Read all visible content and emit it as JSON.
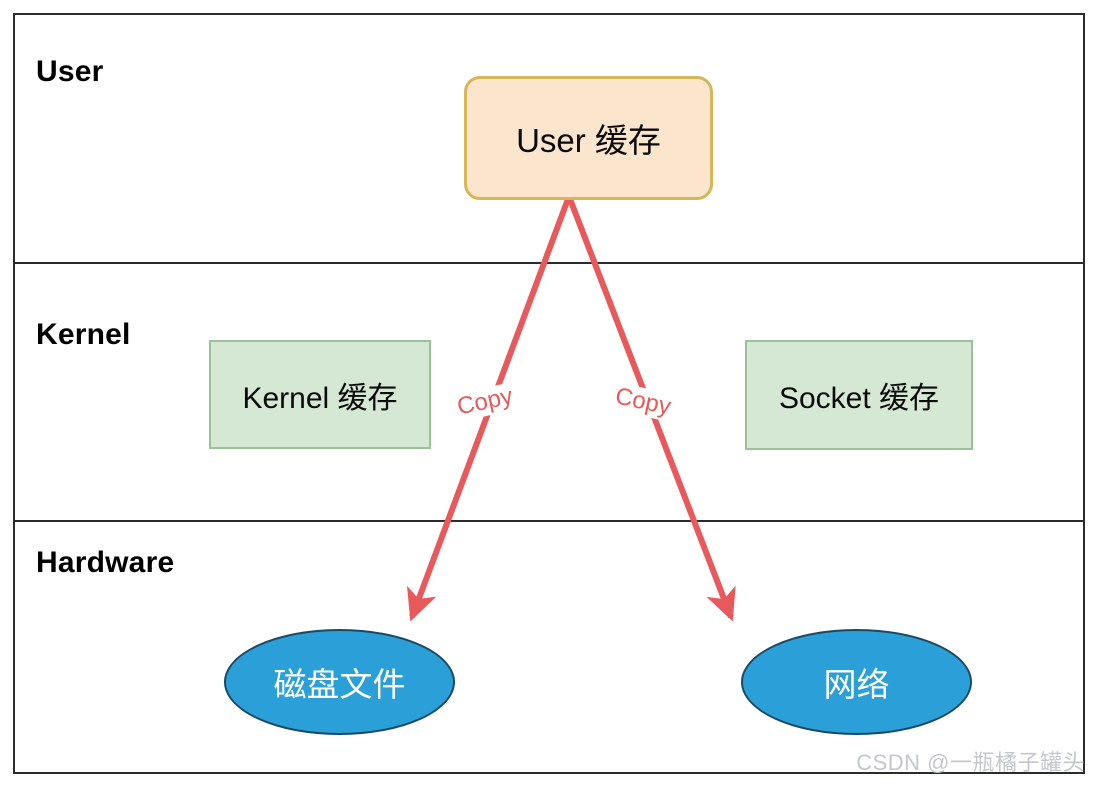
{
  "diagram": {
    "bands": [
      {
        "id": "user",
        "label": "User"
      },
      {
        "id": "kernel",
        "label": "Kernel"
      },
      {
        "id": "hardware",
        "label": "Hardware"
      }
    ],
    "nodes": [
      {
        "id": "user-buffer",
        "label": "User 缓存",
        "band": "user",
        "shape": "rounded-rect",
        "fill": "#fce5cd",
        "stroke": "#d6b656",
        "text_color": "#0b0b0b"
      },
      {
        "id": "kernel-buffer",
        "label": "Kernel 缓存",
        "band": "kernel",
        "shape": "rect",
        "fill": "#d5e8d4",
        "stroke": "#9bc09a",
        "text_color": "#0b0b0b"
      },
      {
        "id": "socket-buffer",
        "label": "Socket 缓存",
        "band": "kernel",
        "shape": "rect",
        "fill": "#d5e8d4",
        "stroke": "#9bc09a",
        "text_color": "#0b0b0b"
      },
      {
        "id": "disk-file",
        "label": "磁盘文件",
        "band": "hardware",
        "shape": "ellipse",
        "fill": "#2a9fd8",
        "stroke": "#1a4a63",
        "text_color": "#ffffff"
      },
      {
        "id": "network",
        "label": "网络",
        "band": "hardware",
        "shape": "ellipse",
        "fill": "#2a9fd8",
        "stroke": "#1a4a63",
        "text_color": "#ffffff"
      }
    ],
    "edges": [
      {
        "id": "copy-left",
        "label": "Copy",
        "from": "user-buffer",
        "to": "disk-file",
        "color": "#e8595b",
        "arrowhead": "end"
      },
      {
        "id": "copy-right",
        "label": "Copy",
        "from": "user-buffer",
        "to": "network",
        "color": "#e8595b",
        "arrowhead": "end"
      }
    ],
    "watermark": "CSDN @一瓶橘子罐头",
    "colors": {
      "frame": "#2b2b2b",
      "arrow": "#e8595b",
      "band_background": "#ffffff",
      "watermark": "#c3c7cc"
    }
  }
}
